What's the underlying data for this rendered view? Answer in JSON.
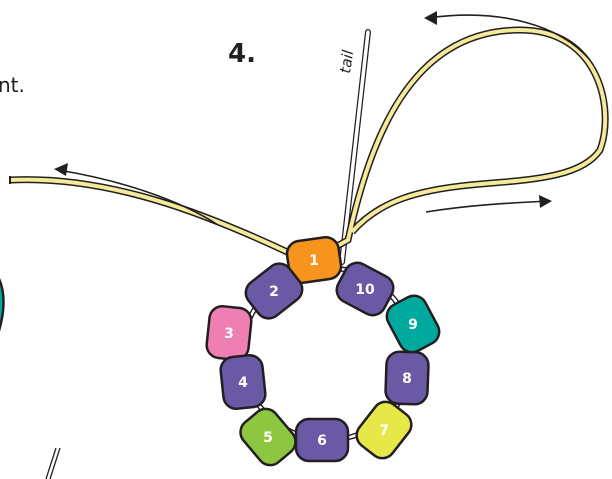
{
  "step": {
    "label": "4."
  },
  "partial_text": "nt.",
  "tail_label": "tail",
  "colors": {
    "outline": "#231f20",
    "thread_fill": "#f4ea99",
    "tail_fill": "#ffffff",
    "stroke_dark": "#231f20",
    "partial_bead": "#00a99d"
  },
  "beads": [
    {
      "number": "1",
      "color": "#f7941d"
    },
    {
      "number": "2",
      "color": "#6a5aa6"
    },
    {
      "number": "3",
      "color": "#ef7fb3"
    },
    {
      "number": "4",
      "color": "#6a5aa6"
    },
    {
      "number": "5",
      "color": "#8dc63f"
    },
    {
      "number": "6",
      "color": "#6a5aa6"
    },
    {
      "number": "7",
      "color": "#e6e84a"
    },
    {
      "number": "8",
      "color": "#6a5aa6"
    },
    {
      "number": "9",
      "color": "#00a99d"
    },
    {
      "number": "10",
      "color": "#6a5aa6"
    }
  ]
}
